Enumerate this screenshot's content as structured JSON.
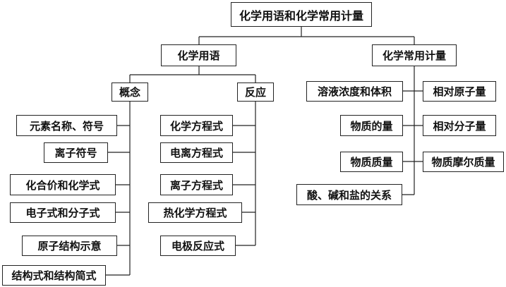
{
  "root": "化学用语和化学常用计量",
  "branch_left": "化学用语",
  "branch_right": "化学常用计量",
  "concept": {
    "label": "概念",
    "items": [
      "元素名称、符号",
      "离子符号",
      "化合价和化学式",
      "电子式和分子式",
      "原子结构示意",
      "结构式和结构简式"
    ]
  },
  "reaction": {
    "label": "反应",
    "items": [
      "化学方程式",
      "电离方程式",
      "离子方程式",
      "热化学方程式",
      "电极反应式"
    ]
  },
  "measure_left": [
    "溶液浓度和体积",
    "物质的量",
    "物质质量",
    "酸、碱和盐的关系"
  ],
  "measure_right": [
    "相对原子量",
    "相对分子量",
    "物质摩尔质量"
  ]
}
